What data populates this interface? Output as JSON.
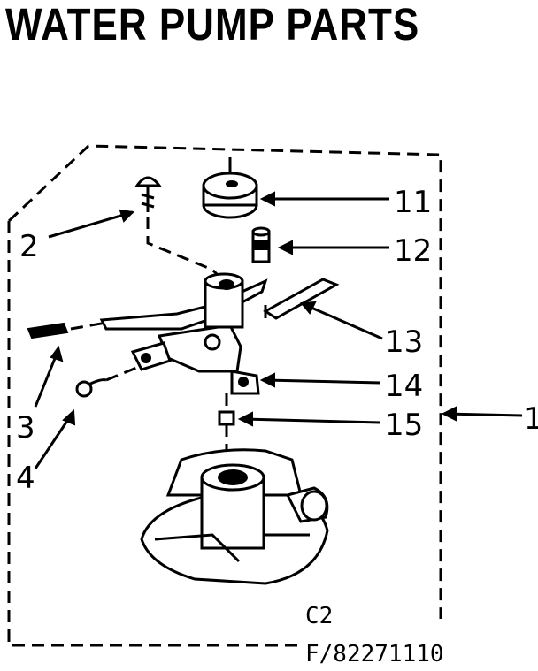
{
  "title": "WATER PUMP PARTS",
  "callouts": {
    "c1": "1",
    "c2": "2",
    "c3": "3",
    "c4": "4",
    "c11": "11",
    "c12": "12",
    "c13": "13",
    "c14": "14",
    "c15": "15"
  },
  "footer": {
    "code": "C2",
    "figure_number": "F/82271110"
  }
}
